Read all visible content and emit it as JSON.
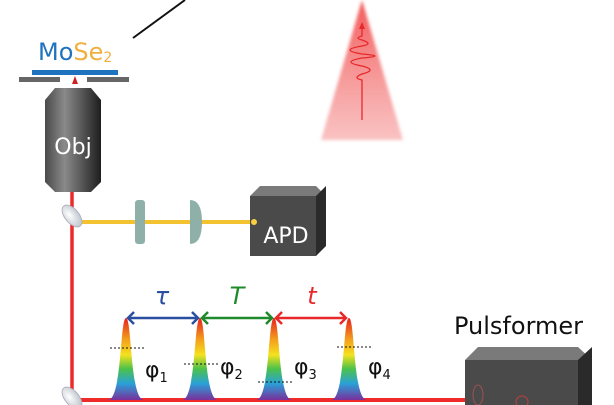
{
  "sample": {
    "label_mo": "Mo",
    "label_se": "Se",
    "label_sub": "2"
  },
  "objective": {
    "label": "Obj"
  },
  "detector": {
    "label": "APD"
  },
  "pulse_shaper": {
    "label": "Pulsformer"
  },
  "delays": [
    {
      "label": "τ",
      "color": "#2b4fa0"
    },
    {
      "label": "T",
      "color": "#1f8a2a"
    },
    {
      "label": "t",
      "color": "#e8282b"
    }
  ],
  "phases": [
    {
      "symbol": "φ",
      "sub": "1"
    },
    {
      "symbol": "φ",
      "sub": "2"
    },
    {
      "symbol": "φ",
      "sub": "3"
    },
    {
      "symbol": "φ",
      "sub": "4"
    }
  ],
  "colors": {
    "laser": "#ee2a2a",
    "fluorescence": "#f2c230",
    "mo": "#1e73be",
    "se": "#f0b040",
    "box": "#555555"
  }
}
